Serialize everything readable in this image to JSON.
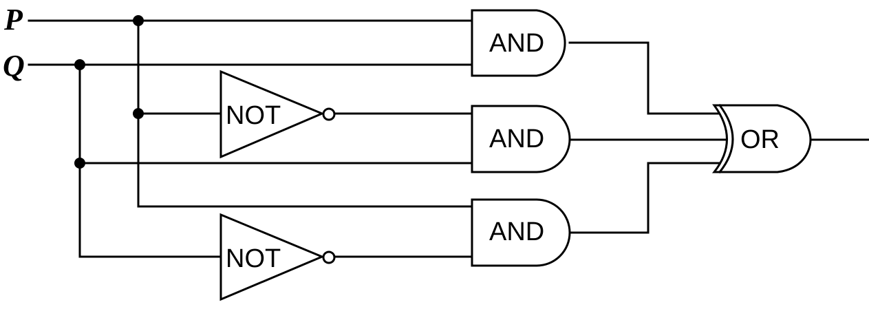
{
  "inputs": {
    "p": "P",
    "q": "Q"
  },
  "gates": {
    "and_top": "AND",
    "and_middle": "AND",
    "and_bottom": "AND",
    "not_top": "NOT",
    "not_bottom": "NOT",
    "or": "OR"
  }
}
